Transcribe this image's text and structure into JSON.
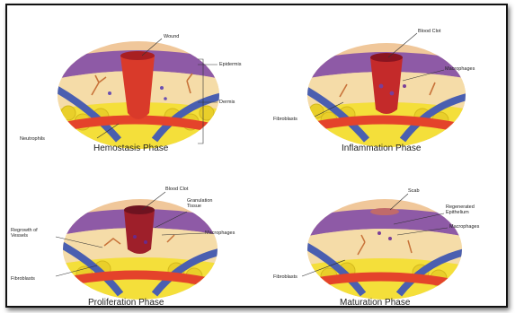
{
  "panels": [
    {
      "key": "hemostasis",
      "title": "Hemostasis Phase",
      "labels": {
        "wound": "Wound",
        "epidermis": "Epidermis",
        "dermis": "Dermis",
        "neutrophils": "Neutrophils"
      }
    },
    {
      "key": "inflammation",
      "title": "Inflammation Phase",
      "labels": {
        "blood_clot": "Blood Clot",
        "macrophages": "Macrophages",
        "fibroblasts": "Fibroblasts"
      }
    },
    {
      "key": "proliferation",
      "title": "Proliferation Phase",
      "labels": {
        "blood_clot": "Blood Clot",
        "granulation_tissue": "Granulation\nTissue",
        "regrowth_of_vessels": "Regrowth of\nVessels",
        "macrophages": "Macrophages",
        "fibroblasts": "Fibroblasts"
      }
    },
    {
      "key": "maturation",
      "title": "Maturation Phase",
      "labels": {
        "scab": "Scab",
        "regenerated_epithelium": "Regenerated\nEpithelium",
        "macrophages": "Macrophages",
        "fibroblasts": "Fibroblasts"
      }
    }
  ],
  "colors": {
    "skin_top": "#f0c79a",
    "epidermis": "#8e5aa6",
    "dermis": "#f5dca8",
    "fat": "#f4df3a",
    "vessel_blue": "#4a5fb0",
    "vessel_red": "#e4432b",
    "wound": "#d93a2a",
    "clot": "#9e1f2a"
  }
}
